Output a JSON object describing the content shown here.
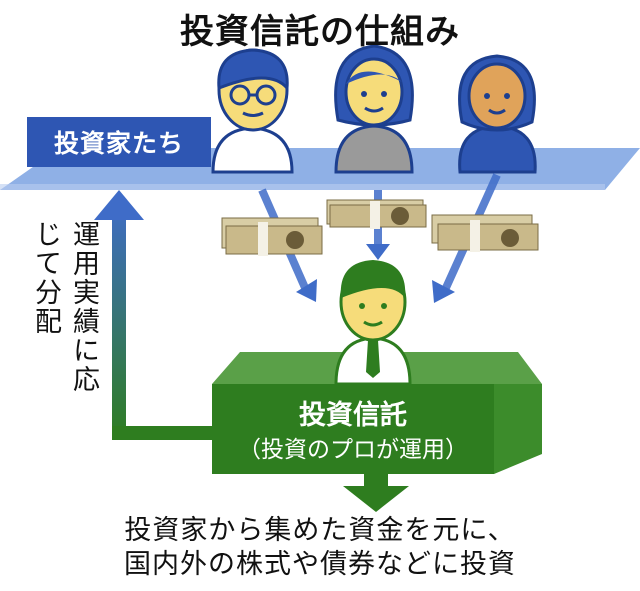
{
  "title": "投資信託の仕組み",
  "investors_label": "投資家たち",
  "distribution_label": "運用実績に応じて分配",
  "fund": {
    "name": "投資信託",
    "subtitle": "（投資のプロが運用）"
  },
  "result_lines": [
    "投資家から集めた資金を元に、",
    "国内外の株式や債券などに投資"
  ],
  "colors": {
    "platform_blue": "#8fb0e6",
    "label_blue": "#2e56b3",
    "fund_green": "#2e7d1f",
    "fund_green_light": "#5aa048",
    "arrow_blue": "#3f6cc8",
    "money": "#c9b98a"
  },
  "icons": [
    "investor-glasses-icon",
    "investor-woman-icon",
    "investor-dark-icon",
    "fund-manager-icon",
    "banknote-stack-icon"
  ]
}
